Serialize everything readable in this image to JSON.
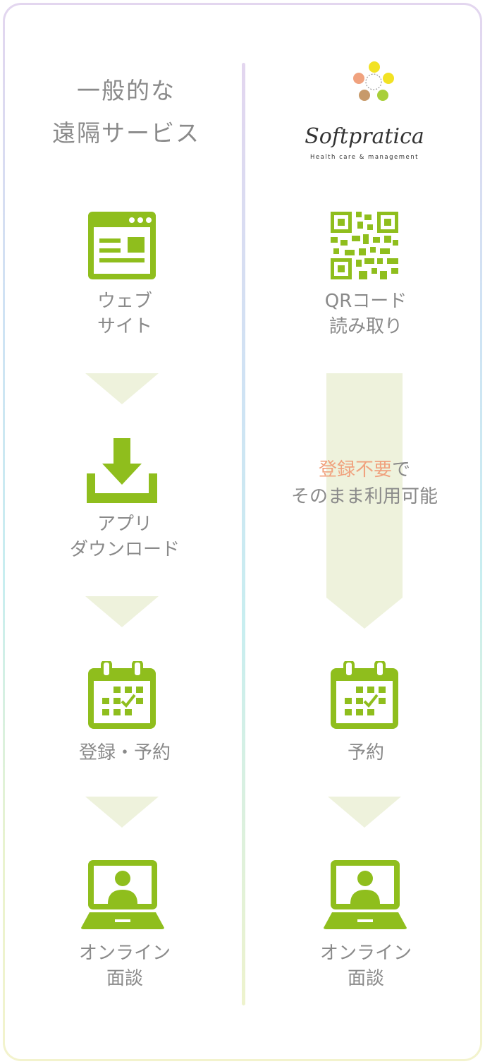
{
  "colors": {
    "green": "#8fbe1d",
    "arrow": "#eef2dc",
    "text": "#8a8a8a",
    "accent": "#f0a27e"
  },
  "left": {
    "heading": {
      "line1": "一般的な",
      "line2": "遠隔サービス"
    },
    "steps": [
      {
        "icon": "website-icon",
        "line1": "ウェブ",
        "line2": "サイト"
      },
      {
        "icon": "download-icon",
        "line1": "アプリ",
        "line2": "ダウンロード"
      },
      {
        "icon": "calendar-icon",
        "line1": "登録・予約",
        "line2": ""
      },
      {
        "icon": "online-meeting-icon",
        "line1": "オンライン",
        "line2": "面談"
      }
    ]
  },
  "right": {
    "logo": {
      "wordmark": "Softpratica",
      "tagline": "Health care & management"
    },
    "steps": [
      {
        "icon": "qr-code-icon",
        "line1": "QRコード",
        "line2": "読み取り"
      },
      {
        "icon": "calendar-icon",
        "line1": "予約",
        "line2": ""
      },
      {
        "icon": "online-meeting-icon",
        "line1": "オンライン",
        "line2": "面談"
      }
    ],
    "note": {
      "accent": "登録不要",
      "rest1": "で",
      "line2": "そのまま利用可能"
    }
  }
}
